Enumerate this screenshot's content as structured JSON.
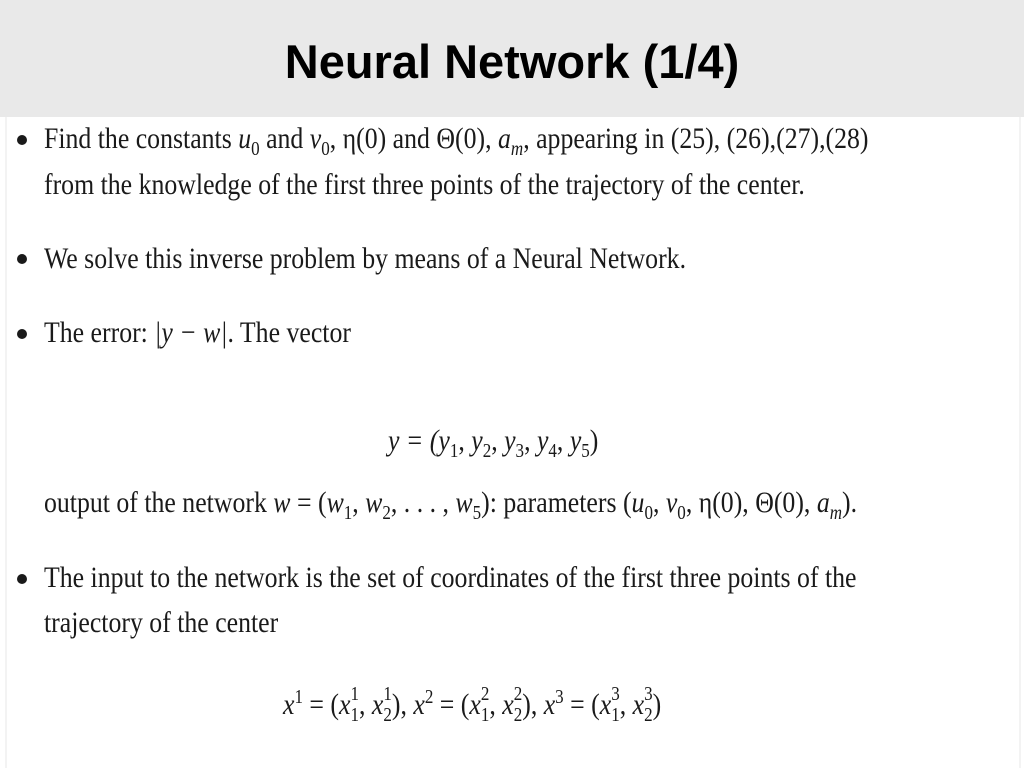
{
  "title": "Neural Network (1/4)",
  "b1": {
    "t1": "Find the constants ",
    "u": "u",
    "zero": "0",
    "and1": " and ",
    "v": "v",
    "comma": ", ",
    "eta0": "η(0)",
    "and2": " and ",
    "theta0": "Θ(0)",
    "comma2": ", ",
    "a": "a",
    "m": "m",
    "t2": ", appearing in (25), (26),(27),(28)",
    "line2": "from the knowledge of the first three points of the trajectory of the center."
  },
  "b2": {
    "text": "We solve this inverse problem by means of a Neural Network."
  },
  "b3": {
    "t1": "The error: ",
    "err": "|y − w|",
    "t2": ". The vector"
  },
  "eq1": {
    "lhs": "y = (",
    "y": "y",
    "s1": "1",
    "s2": "2",
    "s3": "3",
    "s4": "4",
    "s5": "5",
    "sep": ", ",
    "rp": ")"
  },
  "out": {
    "t1": "output of the network ",
    "w": "w",
    "eqp": " = (",
    "dots": ", . . . , ",
    "t2": "): parameters (",
    "eta": "η(0), Θ(0), ",
    "end": ")."
  },
  "b4": {
    "line1": "The input to the network is the set of coordinates of the first three points of the",
    "line2": "trajectory of the center"
  },
  "eq2": {
    "x": "x",
    "e": " = (",
    "c": ", ",
    "rp": ")"
  }
}
